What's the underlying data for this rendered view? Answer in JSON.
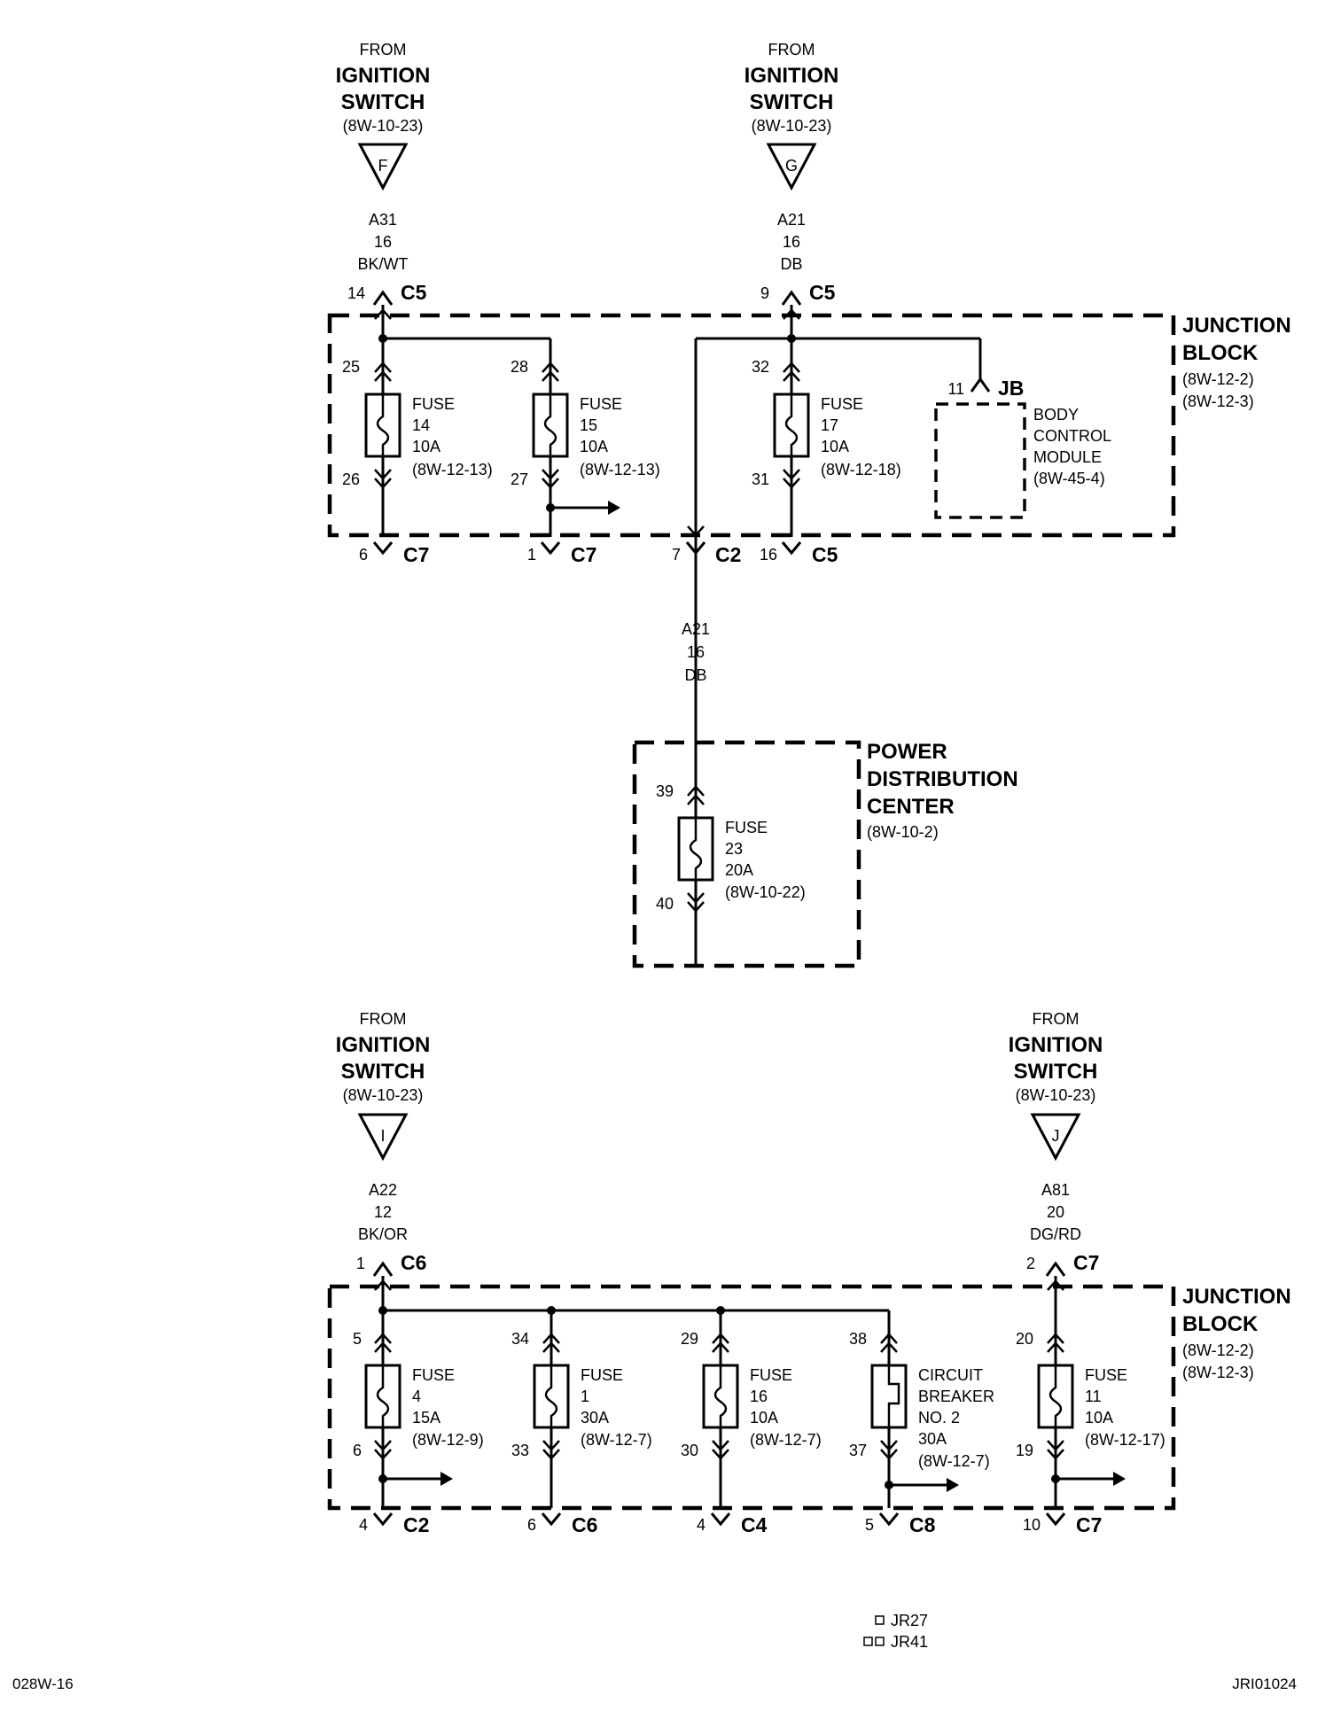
{
  "sources": {
    "F": {
      "from": "FROM",
      "line1": "IGNITION",
      "line2": "SWITCH",
      "ref": "(8W-10-23)",
      "letter": "F",
      "circuit": "A31",
      "gauge": "16",
      "color": "BK/WT",
      "pin": "14",
      "conn": "C5"
    },
    "G": {
      "from": "FROM",
      "line1": "IGNITION",
      "line2": "SWITCH",
      "ref": "(8W-10-23)",
      "letter": "G",
      "circuit": "A21",
      "gauge": "16",
      "color": "DB",
      "pin": "9",
      "conn": "C5"
    },
    "I": {
      "from": "FROM",
      "line1": "IGNITION",
      "line2": "SWITCH",
      "ref": "(8W-10-23)",
      "letter": "I",
      "circuit": "A22",
      "gauge": "12",
      "color": "BK/OR",
      "pin": "1",
      "conn": "C6"
    },
    "J": {
      "from": "FROM",
      "line1": "IGNITION",
      "line2": "SWITCH",
      "ref": "(8W-10-23)",
      "letter": "J",
      "circuit": "A81",
      "gauge": "20",
      "color": "DG/RD",
      "pin": "2",
      "conn": "C7"
    }
  },
  "jb_top": {
    "title1": "JUNCTION",
    "title2": "BLOCK",
    "ref1": "(8W-12-2)",
    "ref2": "(8W-12-3)"
  },
  "jb_bottom": {
    "title1": "JUNCTION",
    "title2": "BLOCK",
    "ref1": "(8W-12-2)",
    "ref2": "(8W-12-3)"
  },
  "fuses_top": [
    {
      "label": "FUSE",
      "num": "14",
      "amps": "10A",
      "ref": "(8W-12-13)",
      "pin_in": "25",
      "pin_out": "26",
      "out_pin": "6",
      "out_conn": "C7"
    },
    {
      "label": "FUSE",
      "num": "15",
      "amps": "10A",
      "ref": "(8W-12-13)",
      "pin_in": "28",
      "pin_out": "27",
      "out_pin": "1",
      "out_conn": "C7"
    },
    {
      "label": "FUSE",
      "num": "17",
      "amps": "10A",
      "ref": "(8W-12-18)",
      "pin_in": "32",
      "pin_out": "31",
      "out_pin": "16",
      "out_conn": "C5"
    }
  ],
  "bcm": {
    "pin": "11",
    "conn": "JB",
    "line1": "BODY",
    "line2": "CONTROL",
    "line3": "MODULE",
    "ref": "(8W-45-4)"
  },
  "c2_out": {
    "pin": "7",
    "conn": "C2",
    "circuit": "A21",
    "gauge": "16",
    "color": "DB"
  },
  "pdc": {
    "title1": "POWER",
    "title2": "DISTRIBUTION",
    "title3": "CENTER",
    "ref": "(8W-10-2)",
    "fuse": {
      "label": "FUSE",
      "num": "23",
      "amps": "20A",
      "ref": "(8W-10-22)",
      "pin_in": "39",
      "pin_out": "40"
    }
  },
  "fuses_bottom": [
    {
      "label": "FUSE",
      "num": "4",
      "amps": "15A",
      "ref": "(8W-12-9)",
      "pin_in": "5",
      "pin_out": "6",
      "out_pin": "4",
      "out_conn": "C2"
    },
    {
      "label": "FUSE",
      "num": "1",
      "amps": "30A",
      "ref": "(8W-12-7)",
      "pin_in": "34",
      "pin_out": "33",
      "out_pin": "6",
      "out_conn": "C6"
    },
    {
      "label": "FUSE",
      "num": "16",
      "amps": "10A",
      "ref": "(8W-12-7)",
      "pin_in": "29",
      "pin_out": "30",
      "out_pin": "4",
      "out_conn": "C4"
    },
    {
      "label": "CIRCUIT",
      "num": "BREAKER",
      "amps": "NO. 2",
      "amps2": "30A",
      "ref": "(8W-12-7)",
      "pin_in": "38",
      "pin_out": "37",
      "out_pin": "5",
      "out_conn": "C8"
    },
    {
      "label": "FUSE",
      "num": "11",
      "amps": "10A",
      "ref": "(8W-12-17)",
      "pin_in": "20",
      "pin_out": "19",
      "out_pin": "10",
      "out_conn": "C7"
    }
  ],
  "legend": {
    "jr27": "JR27",
    "jr41": "JR41"
  },
  "footer": {
    "left": "028W-16",
    "right": "JRI01024"
  }
}
